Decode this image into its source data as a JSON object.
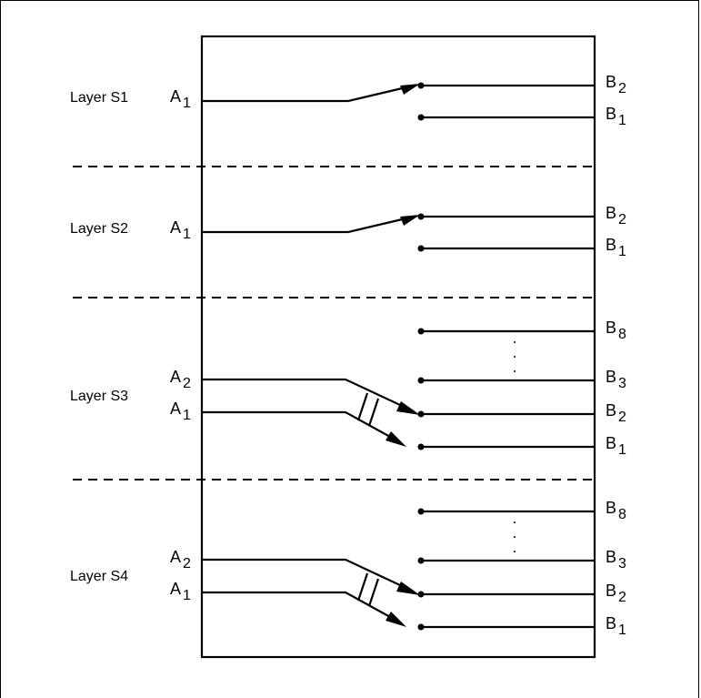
{
  "layers": [
    {
      "name": "Layer S1",
      "inputs": [
        {
          "letter": "A",
          "index": "1"
        }
      ],
      "outputs": [
        {
          "letter": "B",
          "index": "2"
        },
        {
          "letter": "B",
          "index": "1"
        }
      ],
      "ellipsis": false
    },
    {
      "name": "Layer S2",
      "inputs": [
        {
          "letter": "A",
          "index": "1"
        }
      ],
      "outputs": [
        {
          "letter": "B",
          "index": "2"
        },
        {
          "letter": "B",
          "index": "1"
        }
      ],
      "ellipsis": false
    },
    {
      "name": "Layer S3",
      "inputs": [
        {
          "letter": "A",
          "index": "2"
        },
        {
          "letter": "A",
          "index": "1"
        }
      ],
      "outputs": [
        {
          "letter": "B",
          "index": "8"
        },
        {
          "letter": "B",
          "index": "3"
        },
        {
          "letter": "B",
          "index": "2"
        },
        {
          "letter": "B",
          "index": "1"
        }
      ],
      "ellipsis": true
    },
    {
      "name": "Layer S4",
      "inputs": [
        {
          "letter": "A",
          "index": "2"
        },
        {
          "letter": "A",
          "index": "1"
        }
      ],
      "outputs": [
        {
          "letter": "B",
          "index": "8"
        },
        {
          "letter": "B",
          "index": "3"
        },
        {
          "letter": "B",
          "index": "2"
        },
        {
          "letter": "B",
          "index": "1"
        }
      ],
      "ellipsis": true
    }
  ]
}
